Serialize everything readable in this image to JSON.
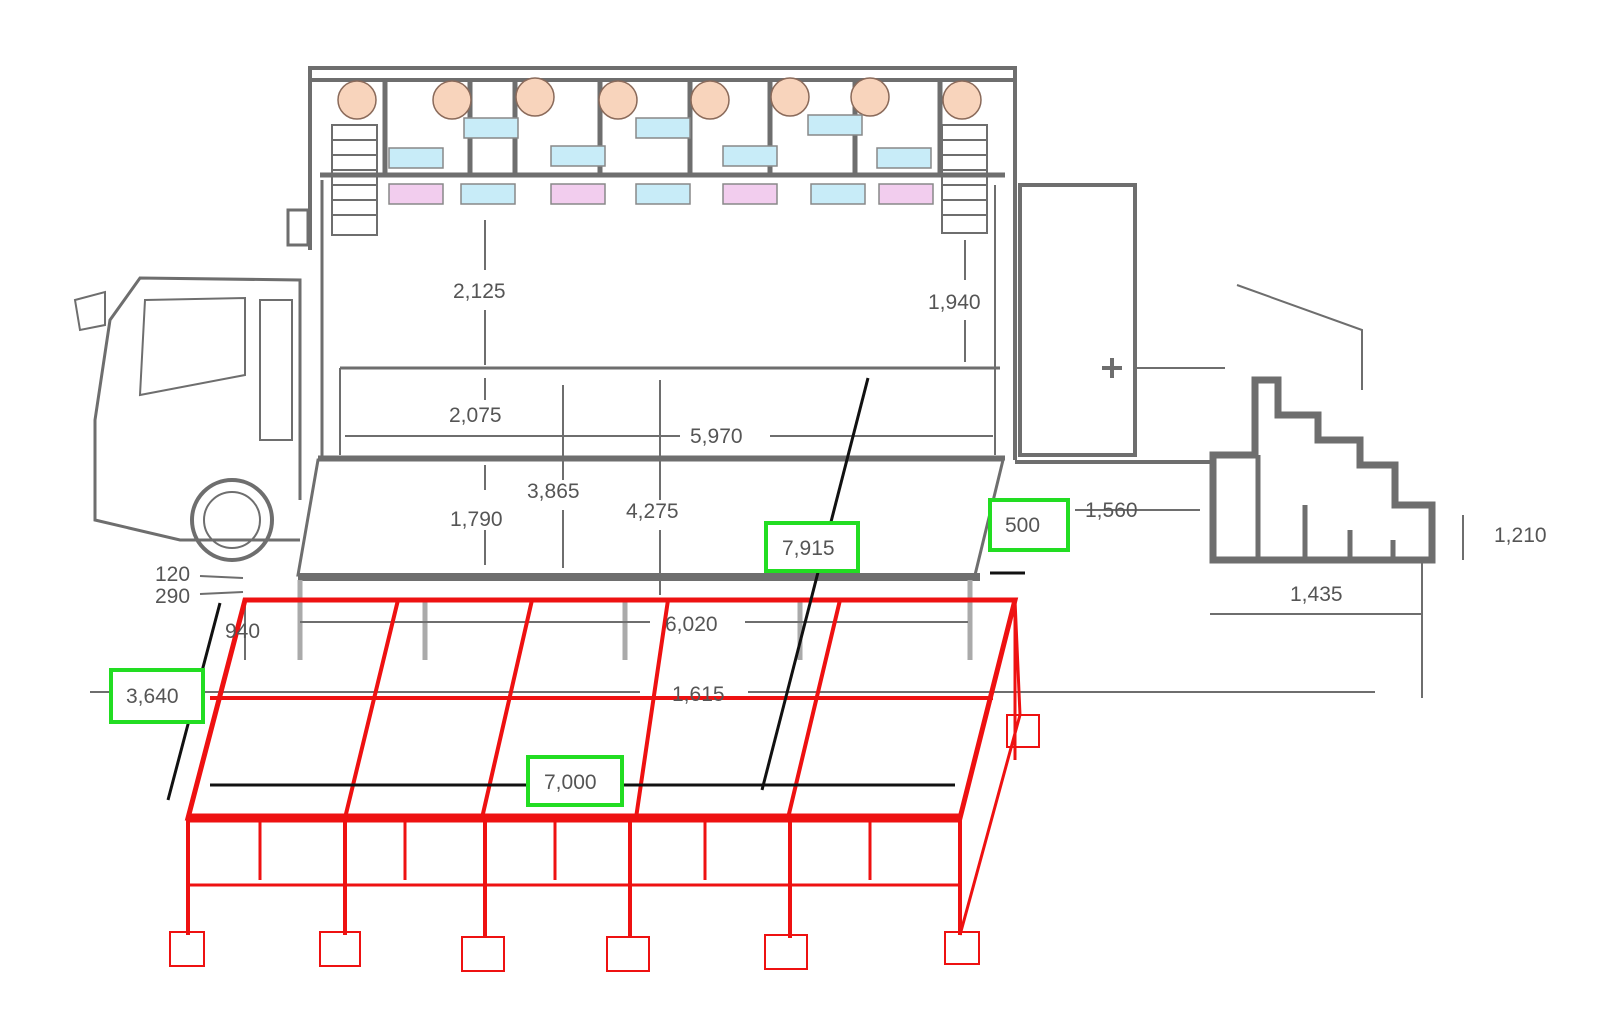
{
  "dimensions": {
    "upper_height_left": "2,125",
    "upper_height_right": "1,940",
    "mid_height": "2,075",
    "stage_width": "5,970",
    "height_3865": "3,865",
    "height_4275": "4,275",
    "deck_height": "1,790",
    "offset_120": "120",
    "offset_290": "290",
    "leg_940": "940",
    "width_6020": "6,020",
    "overall_1615": "1,615",
    "stair_gap": "1,560",
    "stair_height": "1,210",
    "stair_depth": "1,435"
  },
  "highlighted": {
    "diagonal": "7,915",
    "extension": "500",
    "depth": "3,640",
    "length": "7,000"
  },
  "colors": {
    "truck_lines": "#6e6e6e",
    "extension_frame": "#ee1111",
    "highlight_box": "#22dd22",
    "performer": "#f8d4bc",
    "seat_blue": "#c8ecf8",
    "seat_pink": "#f2cdee"
  }
}
